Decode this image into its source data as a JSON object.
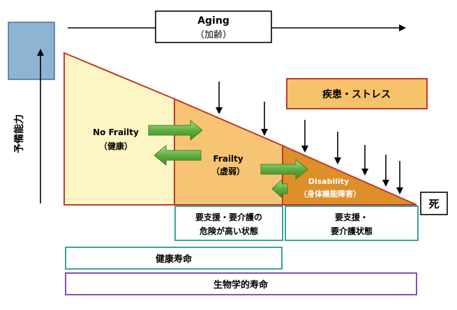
{
  "aging": {
    "line1": "Aging",
    "line2": "（加齢）"
  },
  "yaxis": {
    "label": "予備能力"
  },
  "stressors": {
    "label": "疾患・ストレス"
  },
  "stages": {
    "no_frailty": {
      "line1": "No Frailty",
      "line2": "（健康）"
    },
    "frailty": {
      "line1": "Frailty",
      "line2": "（虚弱）"
    },
    "disability": {
      "line1": "Disability",
      "line2": "（身体機能障害）"
    }
  },
  "death": {
    "label": "死"
  },
  "care_boxes": {
    "risk": {
      "line1": "要支援・要介護の",
      "line2": "危険が高い状態"
    },
    "care": {
      "line1": "要支援・",
      "line2": "要介護状態"
    }
  },
  "lifespans": {
    "healthy": "健康寿命",
    "biological": "生物学的寿命"
  },
  "colors": {
    "outline": "#c0392b",
    "no_frailty_fill": "#fdf6c4",
    "frailty_fill": "#f7c474",
    "disability_fill": "#dd8f2a",
    "stress_fill": "#f8c26a",
    "yaxis_box_fill": "#8eb4d4",
    "teal": "#3aa59a",
    "purple": "#8c4bbd",
    "arrow_green": "#5a9e3c"
  }
}
